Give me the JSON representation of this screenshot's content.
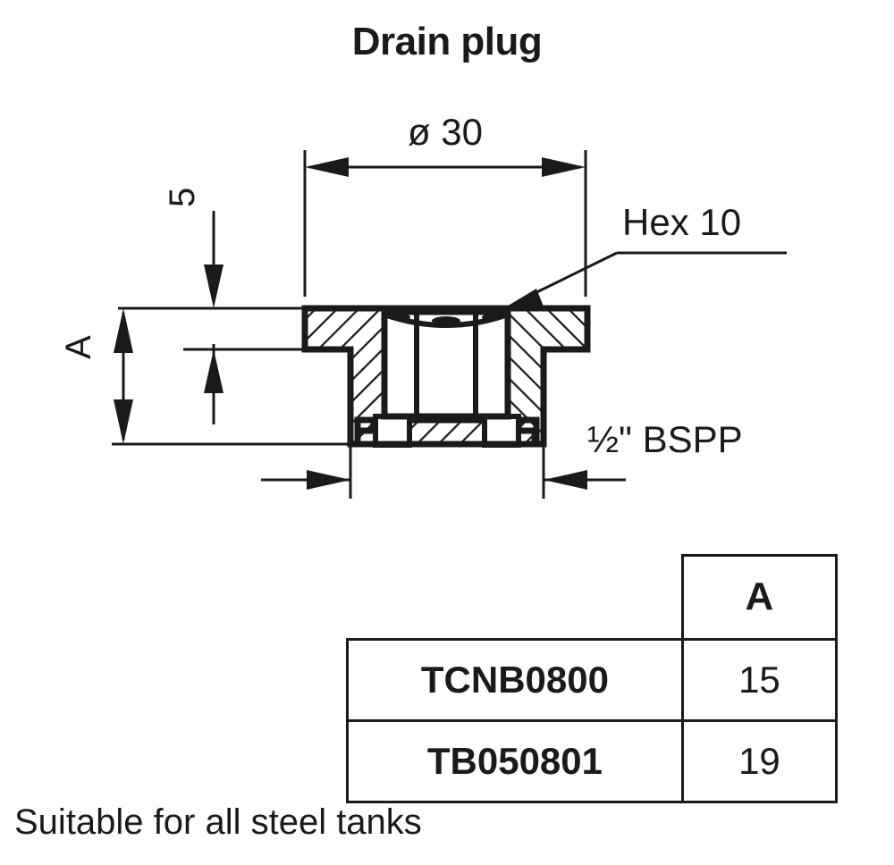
{
  "title": "Drain plug",
  "footnote": "Suitable for all steel tanks",
  "drawing": {
    "dimensions": {
      "diameter": "ø 30",
      "flange_thickness": "5",
      "overall_height": "A",
      "hex": "Hex 10",
      "thread": "½\" BSPP"
    },
    "icon_names": {
      "section_view": "cross-section-icon",
      "hatching": "section-hatching-icon",
      "arrow": "dimension-arrow-icon",
      "leader": "leader-line-icon"
    },
    "colors": {
      "line": "#1a1a1a",
      "background": "#ffffff"
    }
  },
  "table": {
    "headers": [
      "",
      "A"
    ],
    "rows": [
      {
        "part": "TCNB0800",
        "a": "15"
      },
      {
        "part": "TB050801",
        "a": "19"
      }
    ]
  }
}
